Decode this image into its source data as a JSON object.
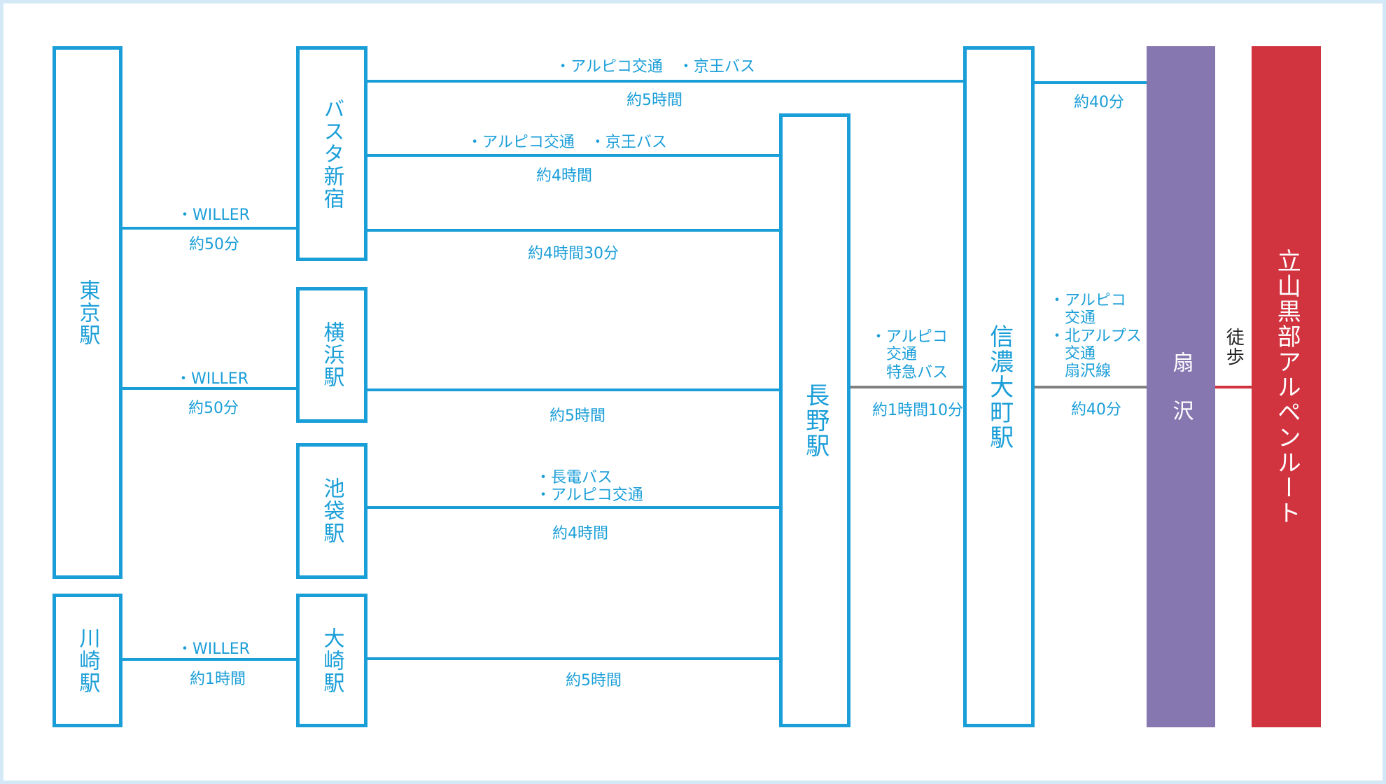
{
  "colors": {
    "frame_border": "#d4e9f7",
    "accent_blue": "#1a9ed8",
    "connector_gray": "#808080",
    "ogizawa_purple": "#8677b0",
    "alpine_red": "#d1333f",
    "walk_red": "#d1333f"
  },
  "stations": {
    "tokyo": "東京駅",
    "kawasaki": "川崎駅",
    "busta_shinjuku": "バスタ新宿",
    "yokohama": "横浜駅",
    "ikebukuro": "池袋駅",
    "osaki": "大崎駅",
    "nagano": "長野駅",
    "shinano_omachi": "信濃大町駅",
    "ogizawa": "扇 沢",
    "alpine_route": "立山黒部アルペンルート"
  },
  "walk_label": "徒歩",
  "routes": {
    "tokyo_shinjuku": {
      "operator": "・WILLER",
      "time": "約50分"
    },
    "tokyo_yokohama": {
      "operator": "・WILLER",
      "time": "約50分"
    },
    "kawasaki_osaki": {
      "operator": "・WILLER",
      "time": "約1時間"
    },
    "shinjuku_omachi": {
      "operator": "・アルピコ交通　・京王バス",
      "time": "約5時間"
    },
    "shinjuku_nagano_1": {
      "operator": "・アルピコ交通　・京王バス",
      "time": "約4時間"
    },
    "shinjuku_nagano_2": {
      "time": "約4時間30分"
    },
    "yokohama_nagano": {
      "time": "約5時間"
    },
    "ikebukuro_nagano": {
      "operator_lines": [
        "・長電バス",
        "・アルピコ交通"
      ],
      "time": "約4時間"
    },
    "osaki_nagano": {
      "time": "約5時間"
    },
    "nagano_omachi": {
      "operator_lines": [
        "・アルピコ",
        "交通",
        "特急バス"
      ],
      "time": "約1時間10分"
    },
    "omachi_ogizawa_top": {
      "time": "約40分"
    },
    "omachi_ogizawa_bottom": {
      "operator_lines": [
        "・アルピコ",
        "交通",
        "・北アルプス",
        "交通",
        "扇沢線"
      ],
      "time": "約40分"
    }
  }
}
